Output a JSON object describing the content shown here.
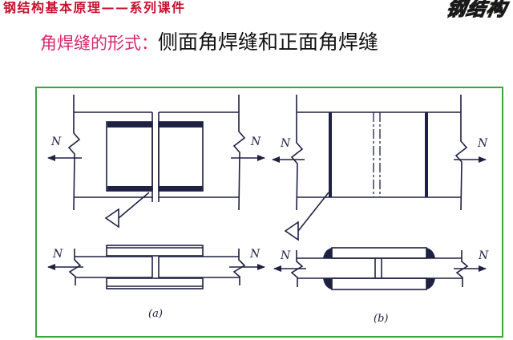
{
  "header": {
    "course_title": "钢结构基本原理——系列课件",
    "logo_text": "钢结构"
  },
  "title": {
    "prefix": "角焊缝的形式：",
    "main": "侧面角焊缝和正面角焊缝"
  },
  "figure": {
    "force_label": "N",
    "label_a": "(a)",
    "label_b": "(b)"
  },
  "colors": {
    "header": "#C8102E",
    "title_prefix": "#D62A6E",
    "frame": "#3AA73A",
    "logo": "#F5C400",
    "ink": "#1E2142"
  }
}
